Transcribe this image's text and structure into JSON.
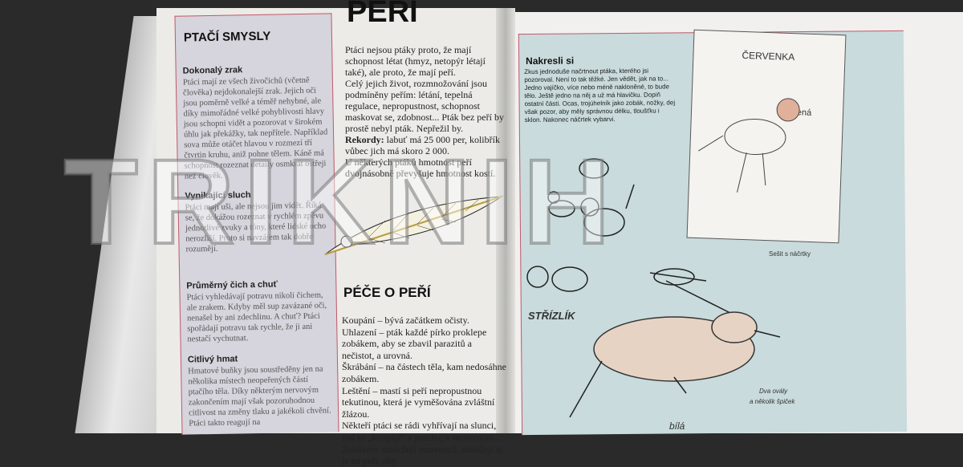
{
  "left_sidebar": {
    "title": "PTAČÍ SMYSLY",
    "sections": [
      {
        "heading": "Dokonalý zrak",
        "text": "Ptáci mají ze všech živočichů (včetně člověka) nejdokonalejší zrak. Jejich oči jsou poměrně velké a téměř nehybné, ale díky mimořádné velké pohyblivosti hlavy jsou schopni vidět a pozorovat v širokém úhlu jak překážky, tak nepřítele. Například sova může otáčet hlavou v rozmezí tří čtvrtin kruhu, aniž pohne tělem. Káně má schopnost rozeznat detaily osmkrát ostřeji než člověk."
      },
      {
        "heading": "Vynikající sluch",
        "text": "Ptáci mají uši, ale nejsou jim vidět. Říká se, že dokážou rozeznat v rychlém zpěvu jednotlivé zvuky a tóny, které lidské ucho nerozliší. Proto si navzájem tak dobře rozumějí."
      },
      {
        "heading": "Průměrný čich a chuť",
        "text": "Ptáci vyhledávají potravu nikoli čichem, ale zrakem. Kdyby měl sup zavázané oči, nenašel by ani zdechlinu. A chuť? Ptáci spořádají potravu tak rychle, že ji ani nestačí vychutnat."
      },
      {
        "heading": "Citlivý hmat",
        "text": "Hmatové buňky jsou soustředěny jen na několika místech neopeřených částí ptačího těla. Díky některým nervovým zakončením mají však pozoruhodnou citlivost na změny tlaku a jakékoli chvění. Ptáci takto reagují na"
      }
    ]
  },
  "main": {
    "title": "PEŘÍ",
    "intro": [
      "Ptáci nejsou ptáky proto, že mají schopnost létat (hmyz, netopýr létají také), ale proto, že mají peří.",
      "Celý jejich život, rozmnožování jsou podmíněny peřím: létání, tepelná regulace, nepropustnost, schopnost maskovat se, zdobnost... Pták bez peří by prostě nebyl pták. Nepřežil by."
    ],
    "records_label": "Rekordy:",
    "records_text": "labuť má 25 000 per, kolibřík vůbec jich má skoro 2 000.",
    "intro_last": "U některých ptáků hmotnost peří dvojnásobně převyšuje hmotnost kostí.",
    "care_title": "PÉČE O PEŘÍ",
    "care": [
      "Koupání – bývá začátkem očisty.",
      "Uhlazení – pták každé pírko proklepe zobákem, aby se zbavil parazitů a nečistot, a urovná.",
      "Škrábání – na částech těla, kam nedosáhne zobákem.",
      "Leštění – mastí si peří nepropustnou tekutinou, která je vyměšována zvláštní žlázou.",
      "Někteří ptáci se rádi vyhřívají na slunci, jiní se „koupají“ v prachu, v mraveništi... Zobákem zmocňují mravenců, nanášejí si je na peří, aby"
    ]
  },
  "right_page": {
    "heading": "Nakresli si",
    "text": "Zkus jednoduše načrtnout ptáka, kterého jsi pozoroval. Není to tak těžké. Jen vědět, jak na to... Jedno vajíčko, více nebo méně nakloněné, to bude tělo. Ještě jedno na něj a už má hlavičku. Dopiň ostatní části. Ocas, trojúhelník jako zobák, nožky, dej však pozor, aby měly správnou délku, tloušťku i sklon. Nakonec náčrtek vybarvi.",
    "sketch_title": "ČERVENKA",
    "sketch_label": "červená",
    "sketchbook_caption": "Sešit s náčrtky",
    "wren_label": "STŘÍZLÍK",
    "ovals_caption_1": "Dva ovály",
    "ovals_caption_2": "a několik špiček",
    "bottom_label": "bílá"
  },
  "watermark": "TRIKNIH"
}
